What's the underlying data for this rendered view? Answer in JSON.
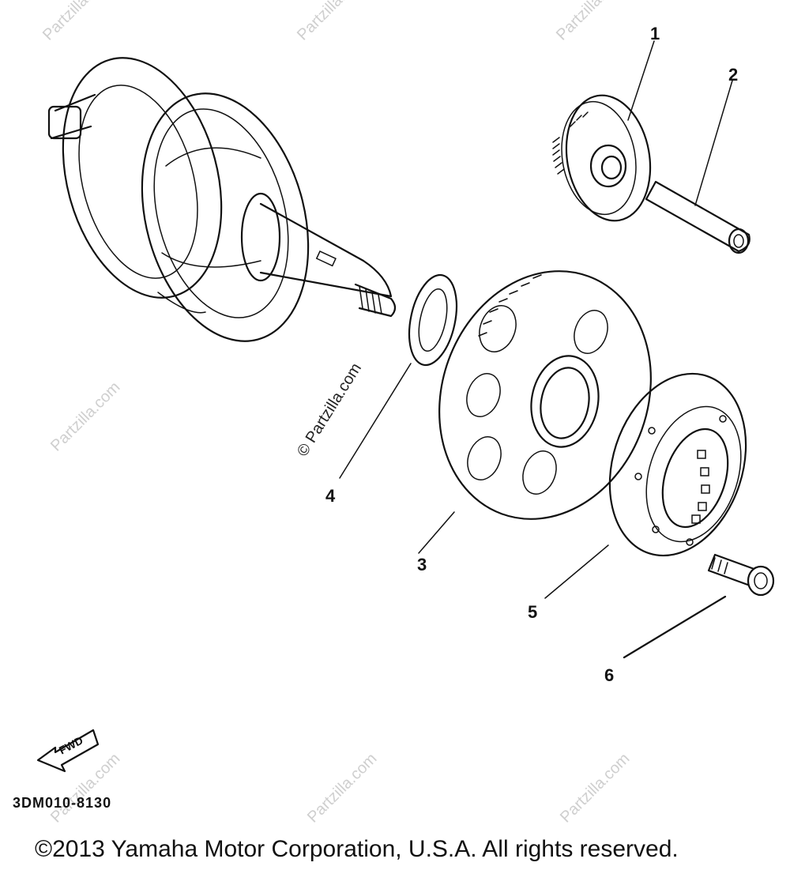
{
  "callouts": [
    "1",
    "2",
    "3",
    "4",
    "5",
    "6"
  ],
  "fwd_label": "FWD",
  "drawing_code": "3DM010-8130",
  "copyright": "©2013 Yamaha Motor Corporation, U.S.A. All rights reserved.",
  "watermark": "© Partzilla.com",
  "watermark_short": "Partzilla.com"
}
